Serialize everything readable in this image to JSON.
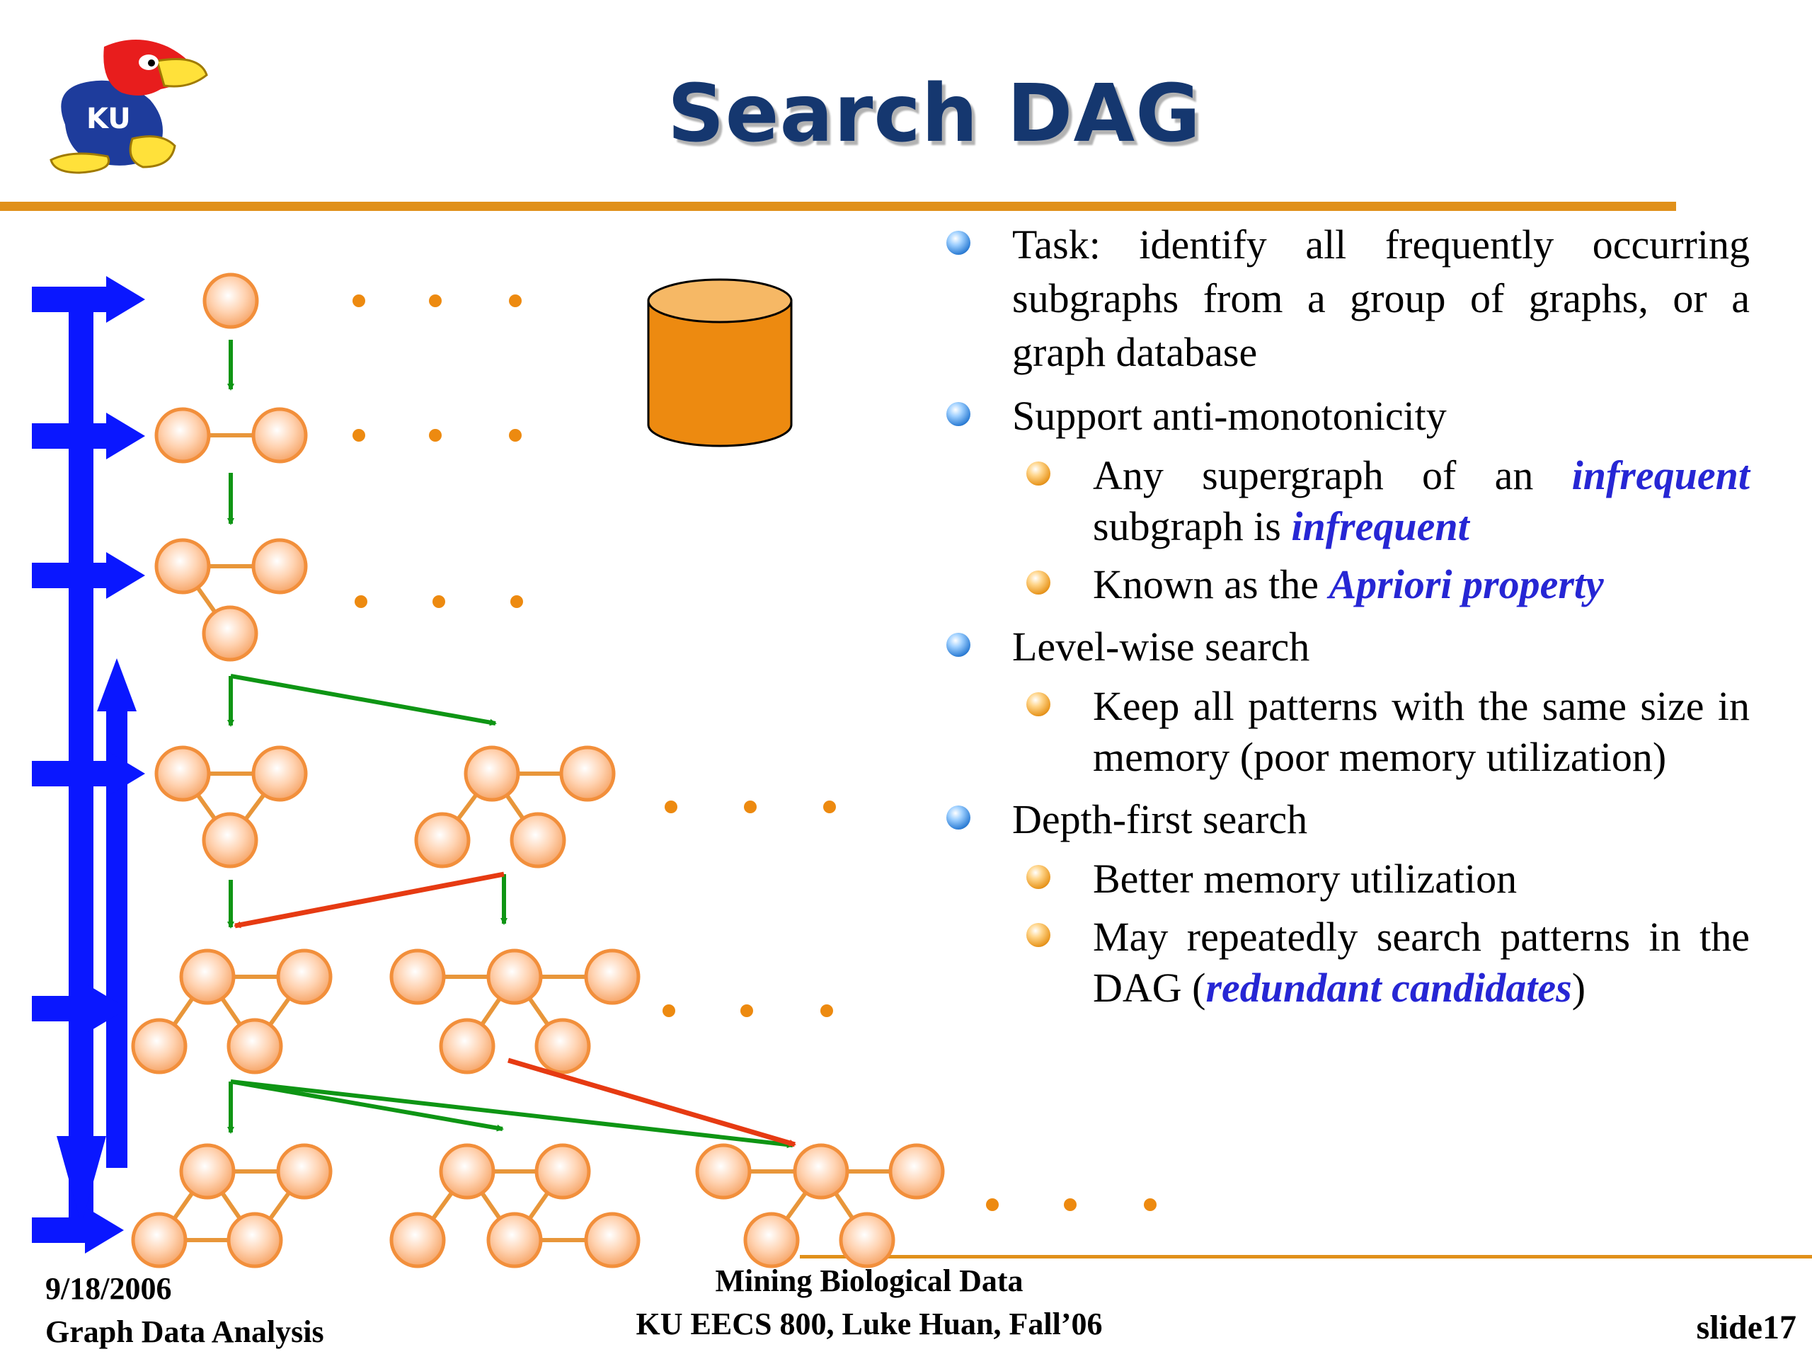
{
  "slide": {
    "title": "Search DAG",
    "logo_name": "KU Jayhawk mascot",
    "logo_text": "KU"
  },
  "bullets": [
    {
      "level": 1,
      "parts": [
        {
          "text": "Task: identify all frequently occurring subgraphs from a group of graphs, or a graph database"
        }
      ]
    },
    {
      "level": 1,
      "parts": [
        {
          "text": "Support anti-monotonicity"
        }
      ]
    },
    {
      "level": 2,
      "parts": [
        {
          "text": "Any supergraph of an "
        },
        {
          "text": "infrequent",
          "em": true
        },
        {
          "text": " subgraph is "
        },
        {
          "text": "infrequent",
          "em": true
        }
      ]
    },
    {
      "level": 2,
      "parts": [
        {
          "text": "Known as the "
        },
        {
          "text": "Apriori property",
          "em": true
        }
      ]
    },
    {
      "level": 1,
      "parts": [
        {
          "text": "Level-wise search"
        }
      ]
    },
    {
      "level": 2,
      "parts": [
        {
          "text": "Keep all patterns with the same size in memory (poor memory utilization)"
        }
      ]
    },
    {
      "level": 1,
      "parts": [
        {
          "text": "Depth-first search"
        }
      ]
    },
    {
      "level": 2,
      "parts": [
        {
          "text": "Better memory utilization"
        }
      ]
    },
    {
      "level": 2,
      "parts": [
        {
          "text": "May repeatedly search patterns in the DAG ("
        },
        {
          "text": "redundant candidates",
          "em": true
        },
        {
          "text": ")"
        }
      ]
    }
  ],
  "footer": {
    "date": "9/18/2006",
    "left_text": "Graph Data Analysis",
    "center_line1": "Mining Biological Data",
    "center_line2": "KU EECS 800, Luke Huan, Fall’06",
    "slide_number": "slide17"
  },
  "colors": {
    "title": "#15376f",
    "rule": "#e0901a",
    "node_fill": "#ffd5b8",
    "node_stroke": "#f28f3b",
    "edge": "#e8963a",
    "blue_arrow": "#0a17ff",
    "green_arrow": "#0e9514",
    "red_arrow": "#e63a12",
    "database": "#ed8a10",
    "emphasis": "#2626d4"
  }
}
